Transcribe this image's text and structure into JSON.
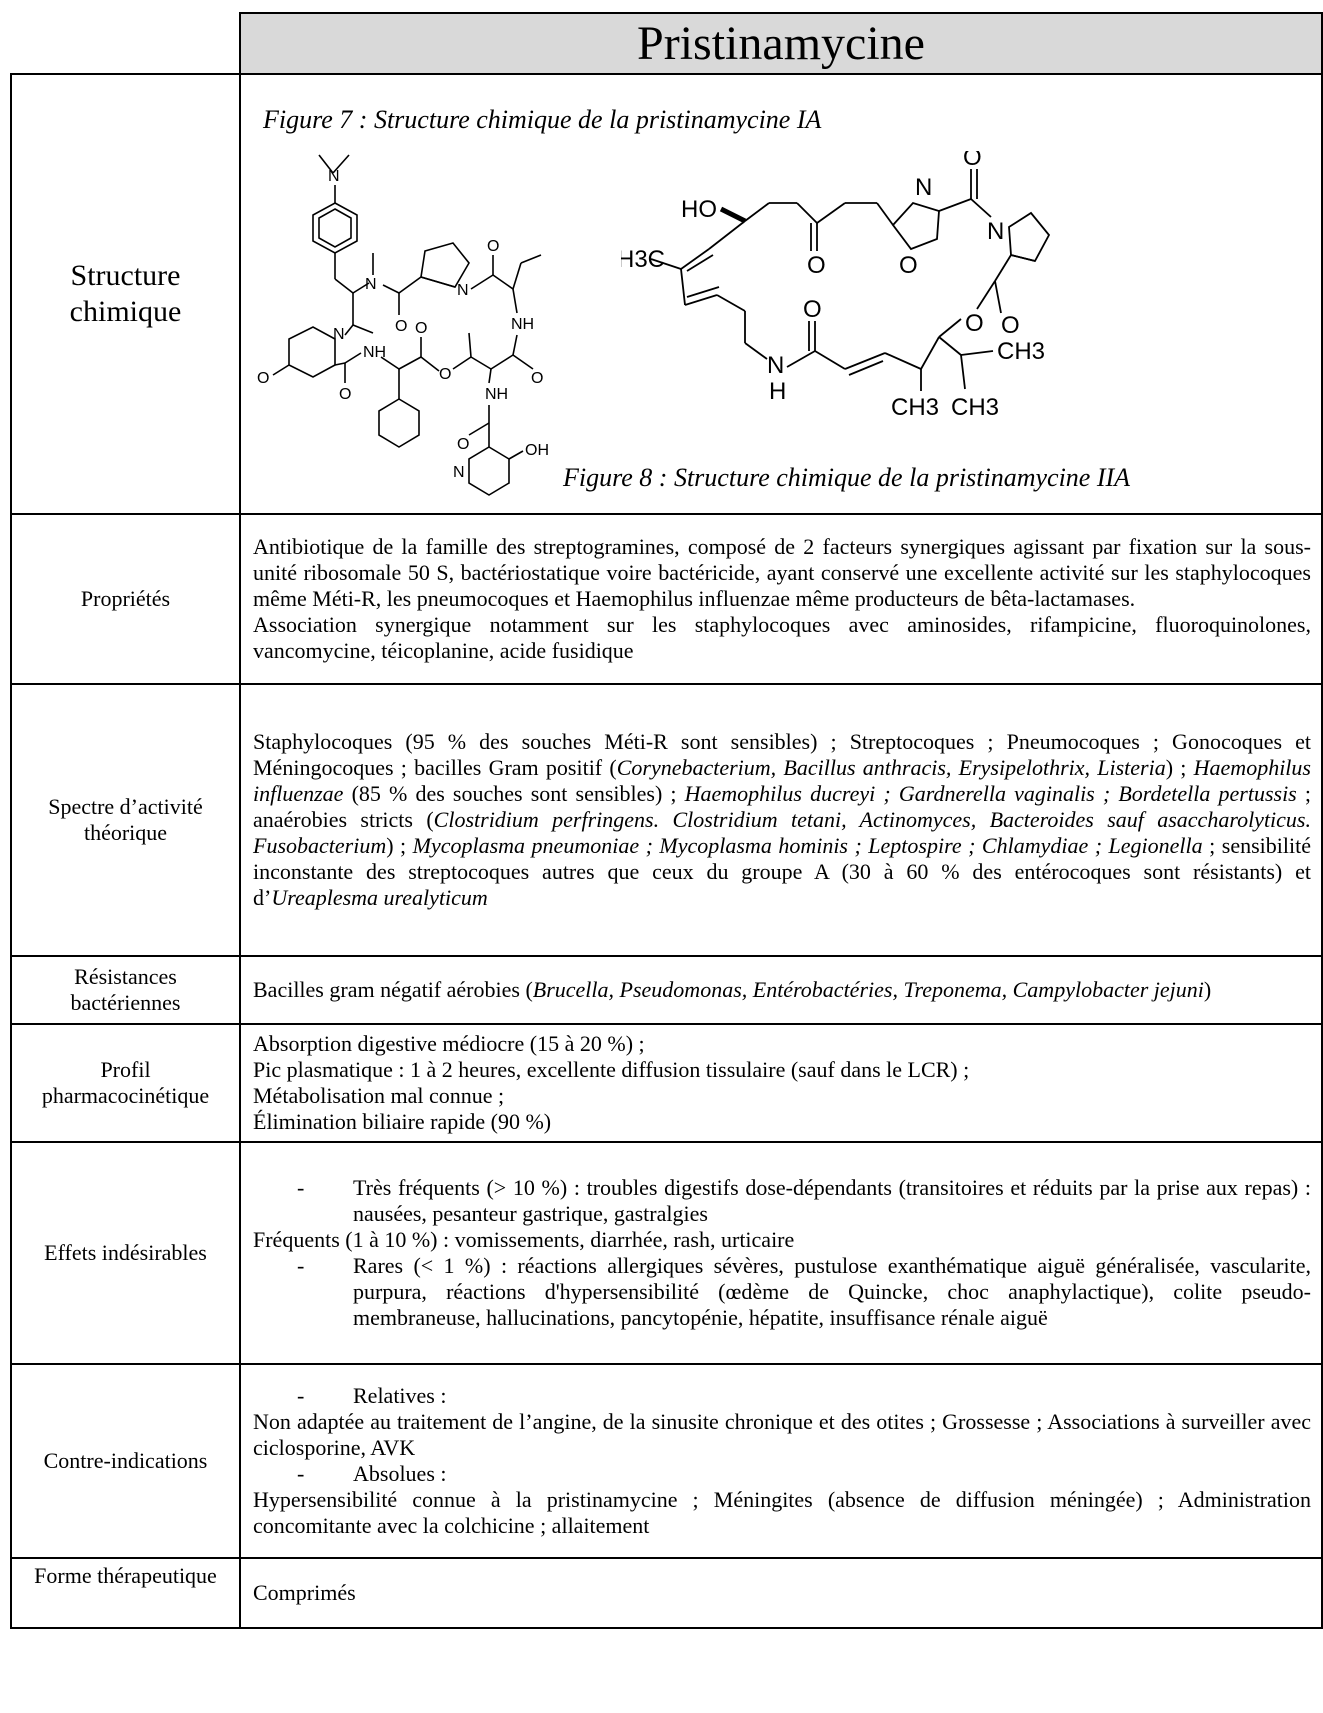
{
  "title": "Pristinamycine",
  "structure": {
    "label": "Structure chimique",
    "figure7_caption": "Figure 7 : Structure chimique de la pristinamycine IA",
    "figure8_caption": "Figure 8 :  Structure chimique de la pristinamycine IIA",
    "mol1": {
      "N": "N",
      "O": "O",
      "NH": "NH",
      "OH": "OH"
    },
    "mol2": {
      "HO": "HO",
      "H3C": "H3C",
      "CH3": "CH3",
      "N": "N",
      "O": "O",
      "H": "H"
    }
  },
  "proprietes": {
    "label": "Propriétés",
    "p1": "Antibiotique de la famille des streptogramines, composé de 2 facteurs synergiques agissant par fixation sur la sous-unité ribosomale 50 S, bactériostatique voire bactéricide, ayant conservé une excellente activité sur les staphylocoques même Méti-R, les pneumocoques et Haemophilus influenzae même producteurs de bêta-lactamases.",
    "p2": "Association synergique notamment sur les staphylocoques avec aminosides, rifampicine, fluoroquinolones, vancomycine, téicoplanine, acide fusidique"
  },
  "spectre": {
    "label": "Spectre d’activité théorique",
    "s1": "Staphylocoques (95 % des souches Méti-R sont sensibles) ; Streptocoques ; Pneumocoques ; Gonocoques et Méningocoques ; bacilles Gram positif (",
    "s1i": "Corynebacterium, Bacillus anthracis, Erysipelothrix, Listeria",
    "s2": ") ; ",
    "s2i": "Haemophilus influenzae",
    "s3": " (85 % des souches sont sensibles) ; ",
    "s3i": "Haemophilus ducreyi ; Gardnerella vaginalis ; Bordetella pertussis",
    "s4": " ; anaérobies stricts (",
    "s4i": "Clostridium perfringens. Clostridium tetani, Actinomyces, Bacteroides sauf asaccharolyticus. Fusobacterium",
    "s5": ") ; ",
    "s5i": "Mycoplasma pneumoniae ; Mycoplasma hominis ; Leptospire ; Chlamydiae ; Legionella",
    "s6": " ; sensibilité inconstante des streptocoques autres que ceux du groupe A (30 à 60 % des entérocoques sont résistants) et d’",
    "s6i": "Ureaplesma urealyticum"
  },
  "resistances": {
    "label": "Résistances bactériennes",
    "r1": "Bacilles gram négatif aérobies (",
    "r1i": "Brucella, Pseudomonas, Entérobactéries, Treponema, Campylobacter jejuni",
    "r2": ")"
  },
  "pharmaco": {
    "label": "Profil pharmacocinétique",
    "lines": [
      "Absorption digestive médiocre (15 à 20 %) ;",
      "Pic plasmatique : 1 à 2 heures, excellente diffusion tissulaire (sauf dans le LCR) ;",
      "Métabolisation mal connue ;",
      "Élimination biliaire rapide (90 %)"
    ]
  },
  "effets": {
    "label": "Effets indésirables",
    "b1": "Très fréquents (> 10 %) : troubles digestifs dose-dépendants (transitoires et réduits par la prise aux repas) : nausées, pesanteur gastrique, gastralgies",
    "l1": "Fréquents (1 à 10 %) : vomissements, diarrhée, rash, urticaire",
    "b2": "Rares (< 1 %) : réactions allergiques sévères, pustulose exanthématique aiguë généralisée, vascularite, purpura, réactions d'hypersensibilité (œdème de Quincke, choc anaphylactique), colite pseudo-membraneuse, hallucinations, pancytopénie, hépatite, insuffisance rénale aiguë"
  },
  "contre": {
    "label": "Contre-indications",
    "b1": "Relatives :",
    "l1": "Non adaptée au traitement de l’angine, de la sinusite chronique et des otites ; Grossesse ; Associations à surveiller avec ciclosporine, AVK",
    "b2": "Absolues :",
    "l2": "Hypersensibilité connue à la pristinamycine ; Méningites (absence de diffusion méningée) ; Administration concomitante avec la colchicine ; allaitement"
  },
  "forme": {
    "label": "Forme thérapeutique",
    "value": "Comprimés"
  },
  "dash": "-"
}
